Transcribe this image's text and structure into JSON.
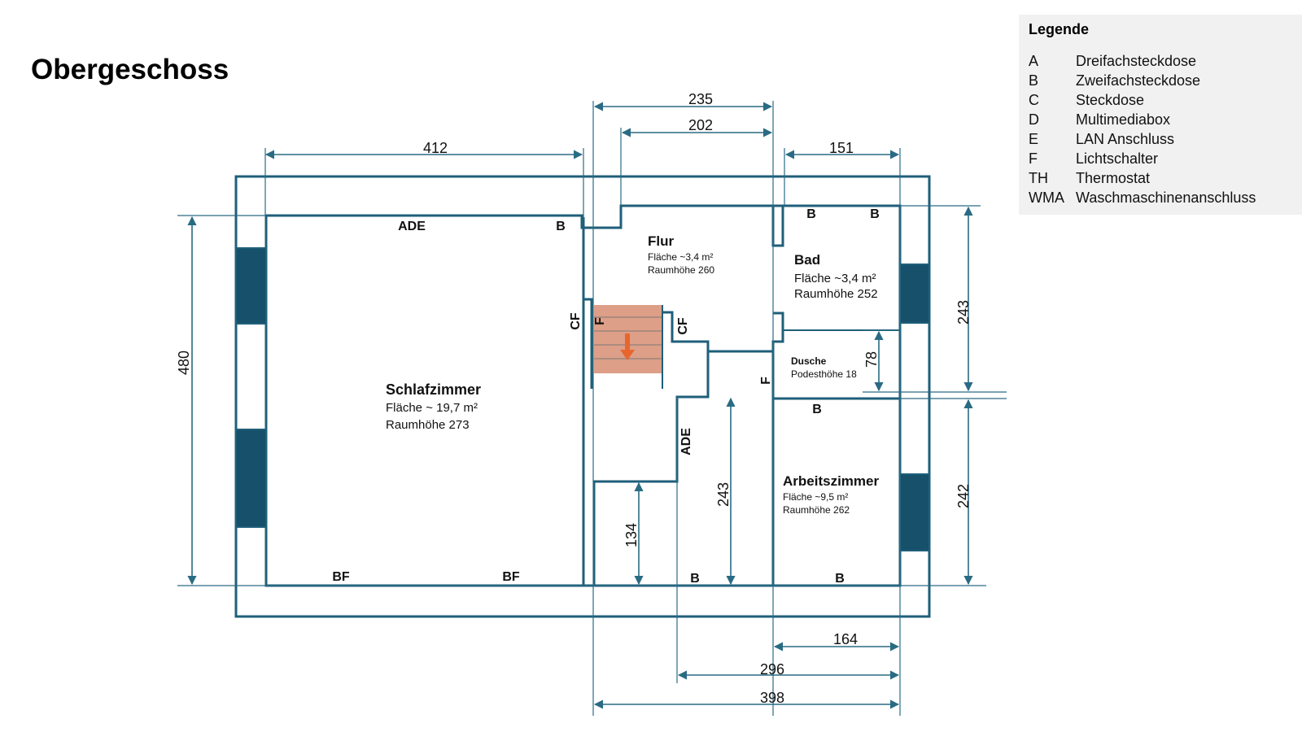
{
  "title": "Obergeschoss",
  "legend": {
    "title": "Legende",
    "items": [
      {
        "code": "A",
        "label": "Dreifachsteckdose"
      },
      {
        "code": "B",
        "label": "Zweifachsteckdose"
      },
      {
        "code": "C",
        "label": "Steckdose"
      },
      {
        "code": "D",
        "label": "Multimediabox"
      },
      {
        "code": "E",
        "label": "LAN Anschluss"
      },
      {
        "code": "F",
        "label": "Lichtschalter"
      },
      {
        "code": "TH",
        "label": "Thermostat"
      },
      {
        "code": "WMA",
        "label": "Waschmaschinenanschluss"
      }
    ]
  },
  "rooms": {
    "schlafzimmer": {
      "name": "Schlafzimmer",
      "area": "Fläche ~ 19,7 m²",
      "height": "Raumhöhe 273"
    },
    "flur": {
      "name": "Flur",
      "area": "Fläche ~3,4 m²",
      "height": "Raumhöhe 260"
    },
    "bad": {
      "name": "Bad",
      "area": "Fläche ~3,4 m²",
      "height": "Raumhöhe 252"
    },
    "dusche": {
      "name": "Dusche",
      "info": "Podesthöhe 18"
    },
    "arbeitszimmer": {
      "name": "Arbeitszimmer",
      "area": "Fläche  ~9,5 m²",
      "height": "Raumhöhe 262"
    }
  },
  "dimensions": {
    "d412": "412",
    "d235": "235",
    "d202": "202",
    "d151": "151",
    "d480": "480",
    "d243_right": "243",
    "d242": "242",
    "d78": "78",
    "d243_mid": "243",
    "d134": "134",
    "d164": "164",
    "d296": "296",
    "d398": "398"
  },
  "outlets": {
    "ade_top": "ADE",
    "b_top_schlaf": "B",
    "b_bad_1": "B",
    "b_bad_2": "B",
    "cf_left": "CF",
    "f_stair": "F",
    "cf_right": "CF",
    "f_bad": "F",
    "b_arbeit_top": "B",
    "ade_mid": "ADE",
    "bf_1": "BF",
    "bf_2": "BF",
    "b_bottom_1": "B",
    "b_bottom_2": "B"
  },
  "colors": {
    "wall": "#1f5f7a",
    "window": "#17506b",
    "stair": "#d9957a",
    "arrow": "#e8662e",
    "legend_bg": "#f1f1f1"
  }
}
